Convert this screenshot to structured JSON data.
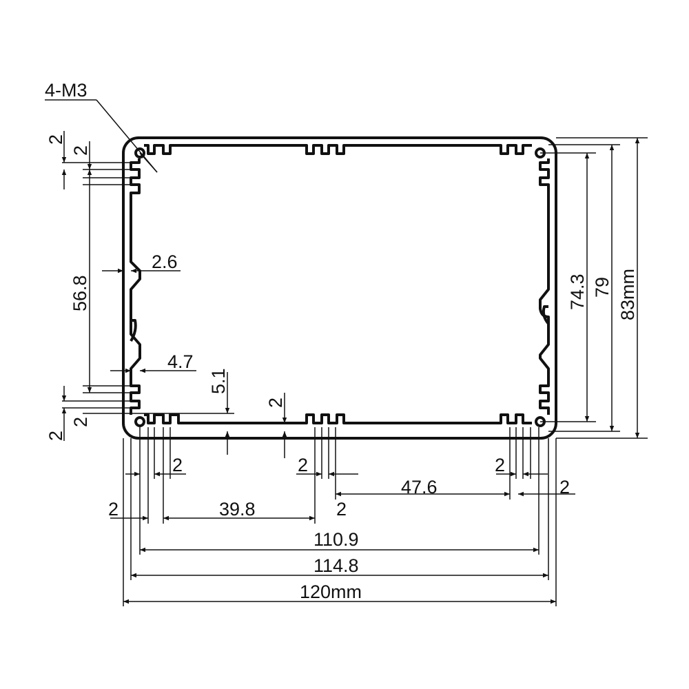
{
  "colors": {
    "line": "#111111",
    "background": "#ffffff"
  },
  "labels": {
    "hole_callout": "4-M3",
    "width_outer": "120mm",
    "width_114": "114.8",
    "width_110": "110.9",
    "span_39": "39.8",
    "span_47": "47.6",
    "height_outer": "83mm",
    "height_79": "79",
    "height_74": "74.3",
    "left_56": "56.8",
    "wall_2_6": "2.6",
    "offset_4_7": "4.7",
    "offset_5_1": "5.1",
    "two": "2"
  }
}
